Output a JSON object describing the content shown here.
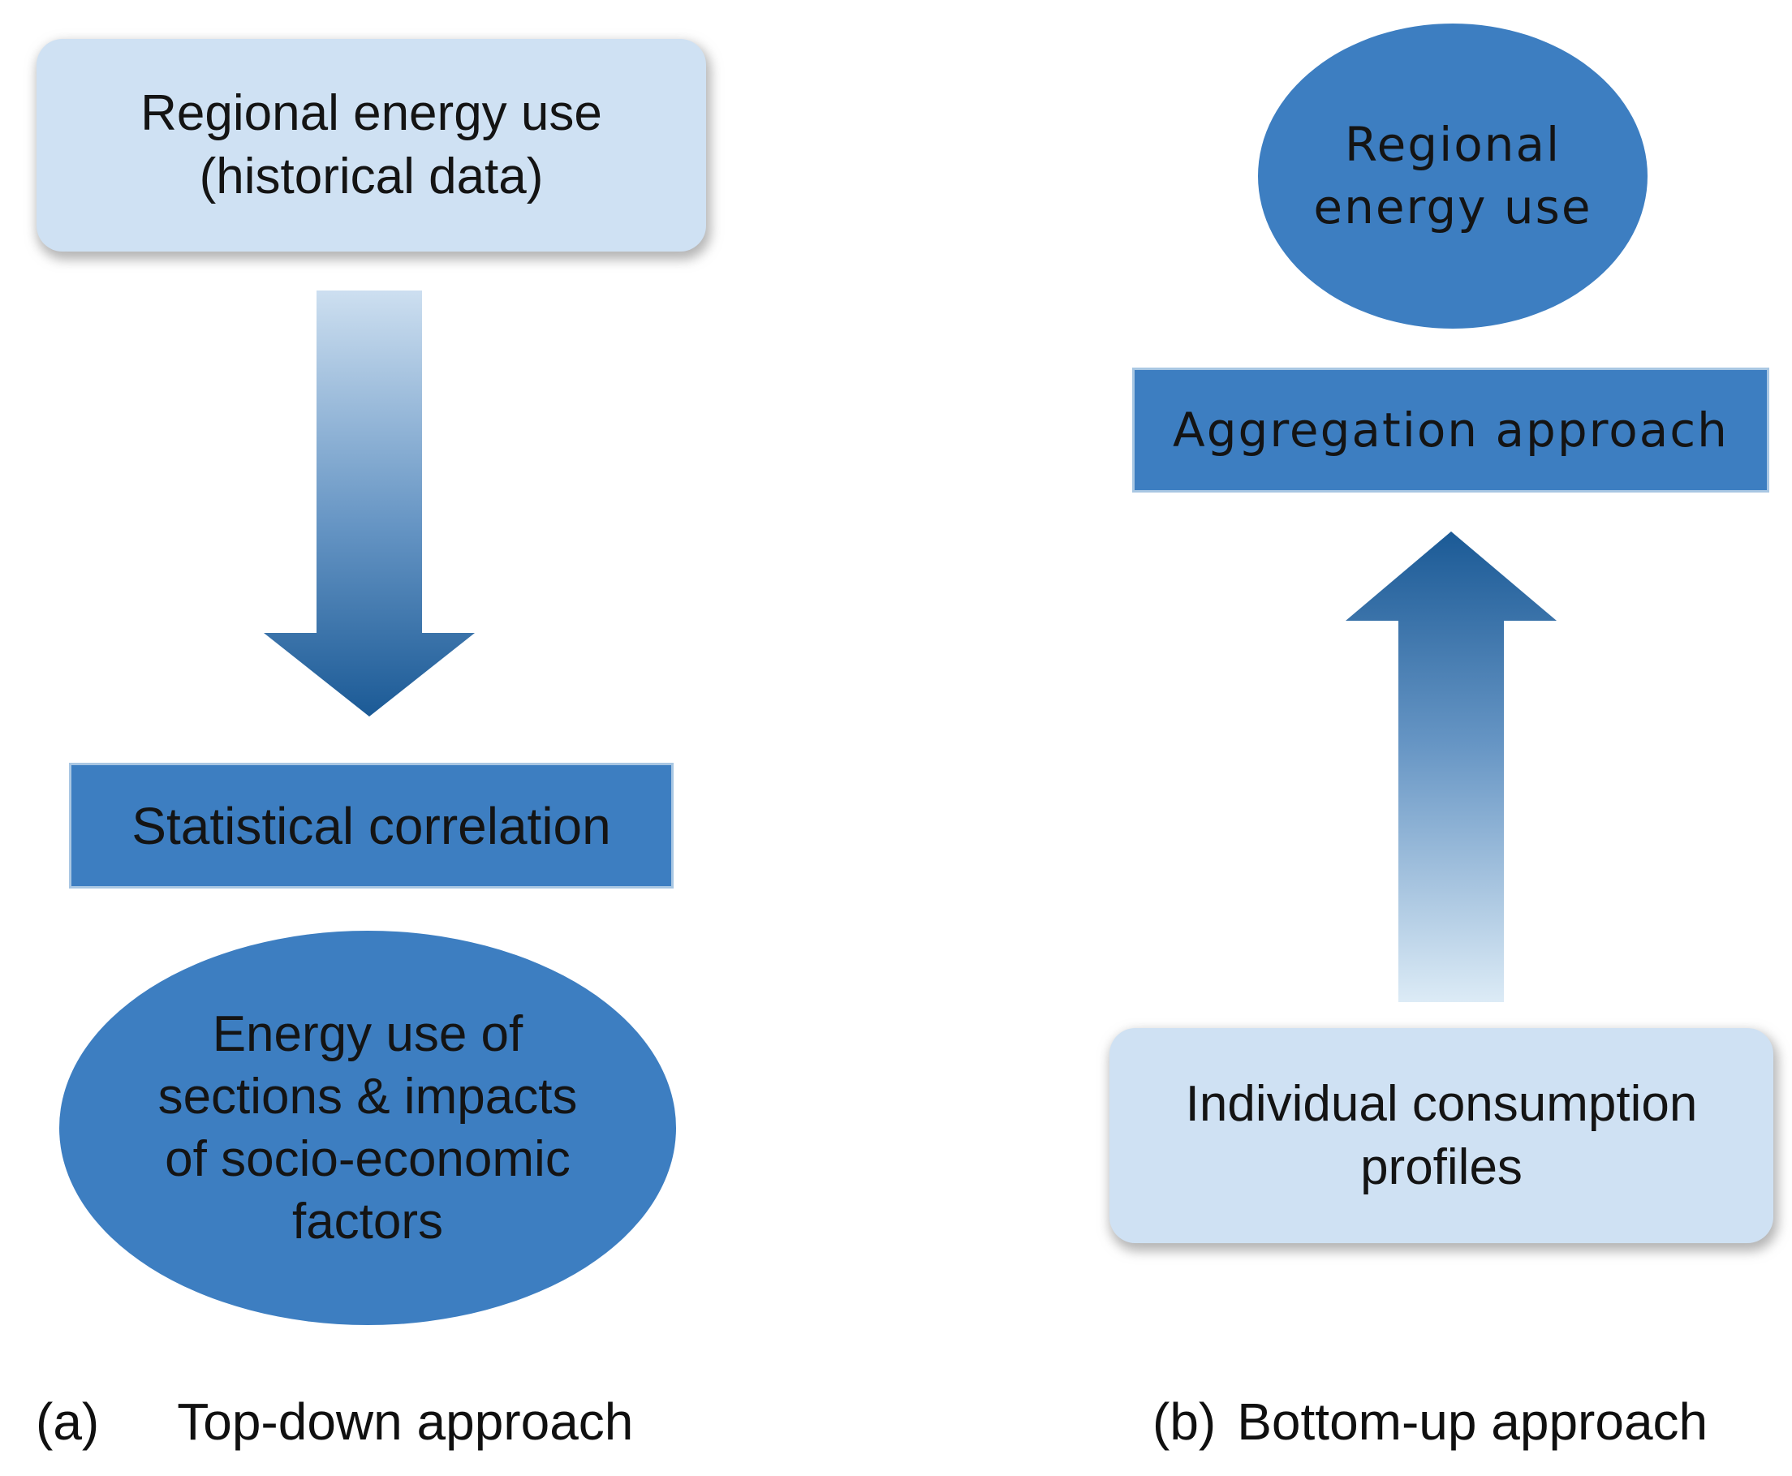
{
  "colors": {
    "background": "#ffffff",
    "light_box_fill": "#cfe1f3",
    "node_fill": "#3d7ec1",
    "node_border": "#a9c7e3",
    "arrow_dark": "#1b5a96",
    "arrow_mid": "#6695c4",
    "arrow_light": "#cddff0",
    "arrow_light_end": "#dcebf6",
    "text": "#141414"
  },
  "left": {
    "top_box": {
      "line1": "Regional energy use",
      "line2": "(historical data)"
    },
    "arrow": {
      "icon": "down-arrow-icon",
      "direction": "down"
    },
    "process_box": {
      "label": "Statistical correlation"
    },
    "result_ellipse": {
      "lines": [
        "Energy use of",
        "sections & impacts",
        "of socio-economic",
        "factors"
      ]
    },
    "caption": {
      "label": "(a)",
      "text": "Top-down approach"
    }
  },
  "right": {
    "top_ellipse": {
      "line1": "Regional",
      "line2": "energy use"
    },
    "process_box": {
      "label": "Aggregation approach"
    },
    "arrow": {
      "icon": "up-arrow-icon",
      "direction": "up"
    },
    "input_box": {
      "line1": "Individual consumption",
      "line2": "profiles"
    },
    "caption": {
      "label": "(b)",
      "text": "Bottom-up approach"
    }
  }
}
